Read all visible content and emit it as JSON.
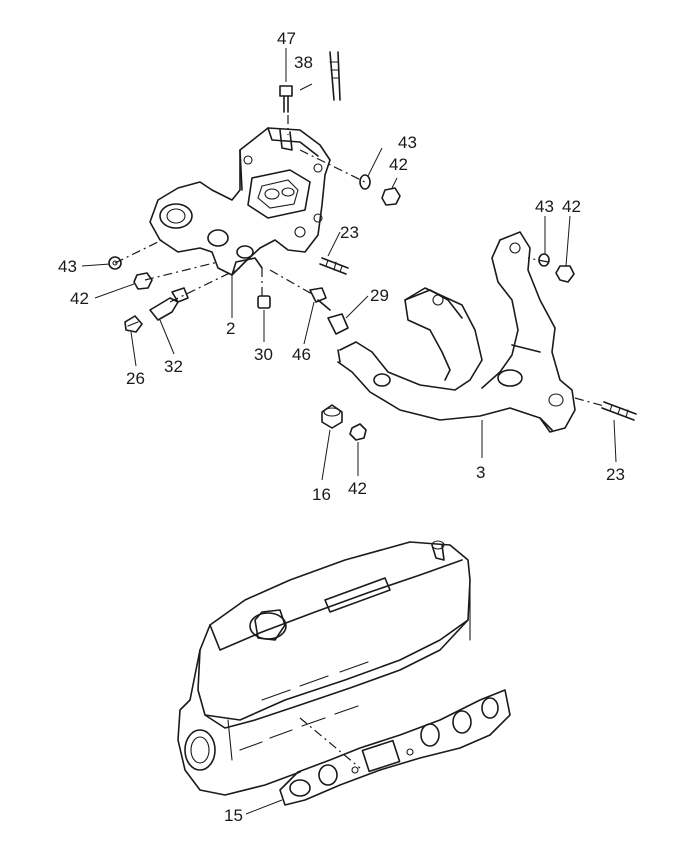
{
  "diagram": {
    "callouts": [
      {
        "id": "p47",
        "text": "47"
      },
      {
        "id": "p38",
        "text": "38"
      },
      {
        "id": "p43a",
        "text": "43"
      },
      {
        "id": "p42a",
        "text": "42"
      },
      {
        "id": "p23a",
        "text": "23"
      },
      {
        "id": "p43b",
        "text": "43"
      },
      {
        "id": "p42b",
        "text": "42"
      },
      {
        "id": "p43c",
        "text": "43"
      },
      {
        "id": "p42c",
        "text": "42"
      },
      {
        "id": "p29",
        "text": "29"
      },
      {
        "id": "p2",
        "text": "2"
      },
      {
        "id": "p30",
        "text": "30"
      },
      {
        "id": "p46",
        "text": "46"
      },
      {
        "id": "p32",
        "text": "32"
      },
      {
        "id": "p26",
        "text": "26"
      },
      {
        "id": "p3",
        "text": "3"
      },
      {
        "id": "p23b",
        "text": "23"
      },
      {
        "id": "p16",
        "text": "16"
      },
      {
        "id": "p42d",
        "text": "42"
      },
      {
        "id": "p15",
        "text": "15"
      }
    ]
  }
}
